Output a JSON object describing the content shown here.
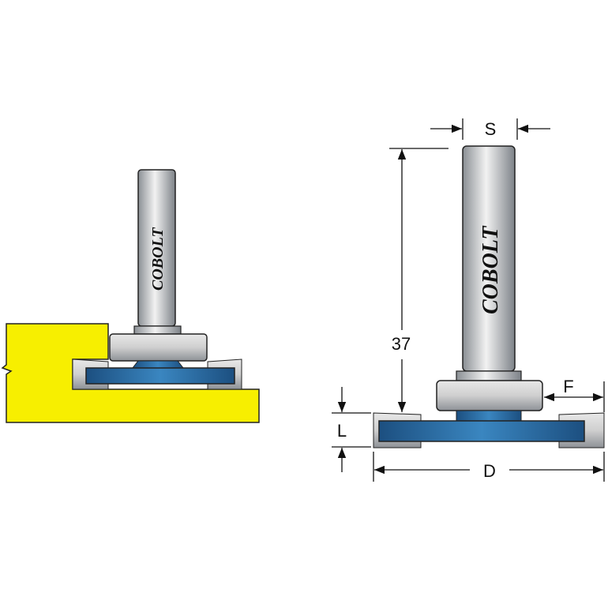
{
  "brand": "COBOLT",
  "dimensions": {
    "shank": "S",
    "length": "37",
    "cut_height": "L",
    "rebate": "F",
    "diameter": "D"
  },
  "colors": {
    "workpiece": "#f7ef00",
    "body": "#1f5f93",
    "steel": "#c8c8c8",
    "outline": "#222222"
  }
}
